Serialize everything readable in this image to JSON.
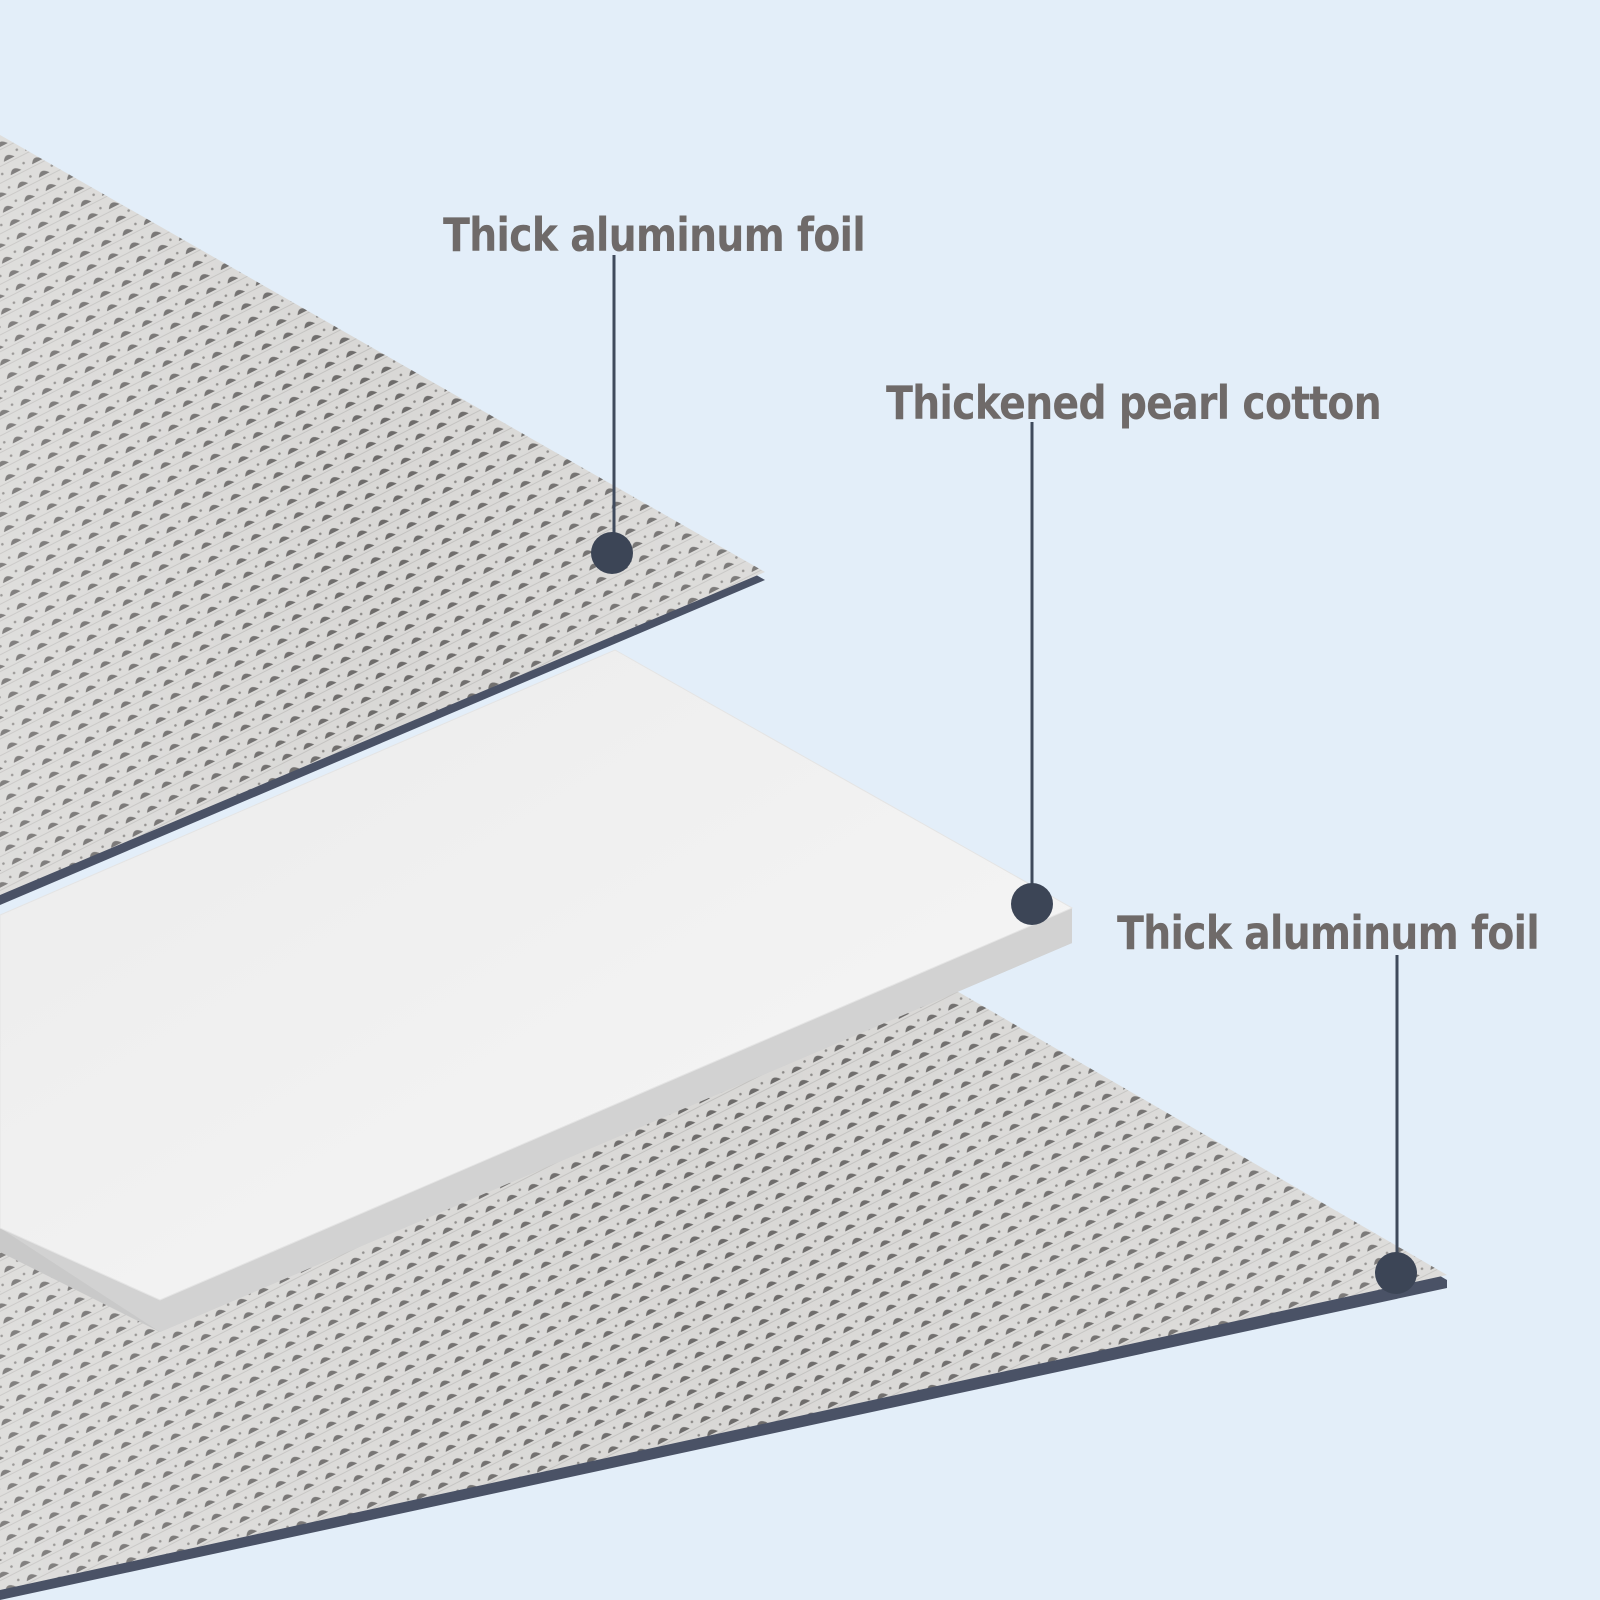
{
  "colors": {
    "background": "#e3eef9",
    "label_text": "#6f6a69",
    "marker": "#3c4556",
    "leader_line": "#3f4a5c",
    "foil_base": "#d7d6d4",
    "foil_cell": "#6d6b6a",
    "foil_edge": "#4a5266",
    "cotton_top": "#f4f4f4",
    "cotton_side": "#c9c9c9"
  },
  "diagram": {
    "layers": [
      {
        "name": "top-layer",
        "label": "Thick aluminum foil"
      },
      {
        "name": "middle-layer",
        "label": "Thickened pearl cotton"
      },
      {
        "name": "bottom-layer",
        "label": "Thick aluminum foil"
      }
    ]
  }
}
